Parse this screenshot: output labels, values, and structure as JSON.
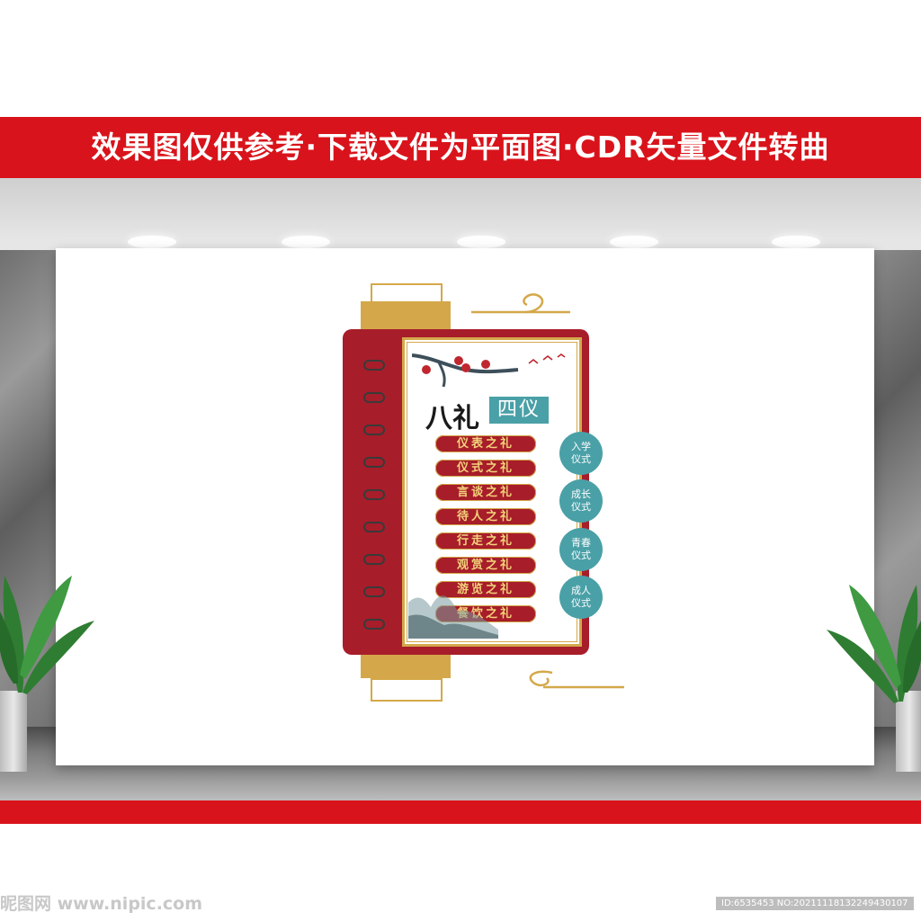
{
  "banner": {
    "text": "效果图仅供参考·下载文件为平面图·CDR矢量文件转曲"
  },
  "panel": {
    "title_main": "八礼",
    "title_box": "四仪",
    "rites": [
      {
        "label": "仪表之礼"
      },
      {
        "label": "仪式之礼"
      },
      {
        "label": "言谈之礼"
      },
      {
        "label": "待人之礼"
      },
      {
        "label": "行走之礼"
      },
      {
        "label": "观赏之礼"
      },
      {
        "label": "游览之礼"
      },
      {
        "label": "餐饮之礼"
      }
    ],
    "ceremonies": [
      {
        "line1": "入学",
        "line2": "仪式"
      },
      {
        "line1": "成长",
        "line2": "仪式"
      },
      {
        "line1": "青春",
        "line2": "仪式"
      },
      {
        "line1": "成人",
        "line2": "仪式"
      }
    ]
  },
  "watermark": {
    "left": "昵图网 www.nipic.com",
    "right": "ID:6535453 NO:20211118132249430107"
  },
  "colors": {
    "banner_red": "#d9131b",
    "panel_red": "#a71d2a",
    "gold": "#d4a84a",
    "teal": "#4aa0a7",
    "rite_text": "#f2d27a"
  },
  "icons": [
    "plum-branch-icon",
    "birds-icon",
    "ink-mountain-icon",
    "cloud-icon",
    "plant-icon",
    "binder-ring-icon"
  ]
}
